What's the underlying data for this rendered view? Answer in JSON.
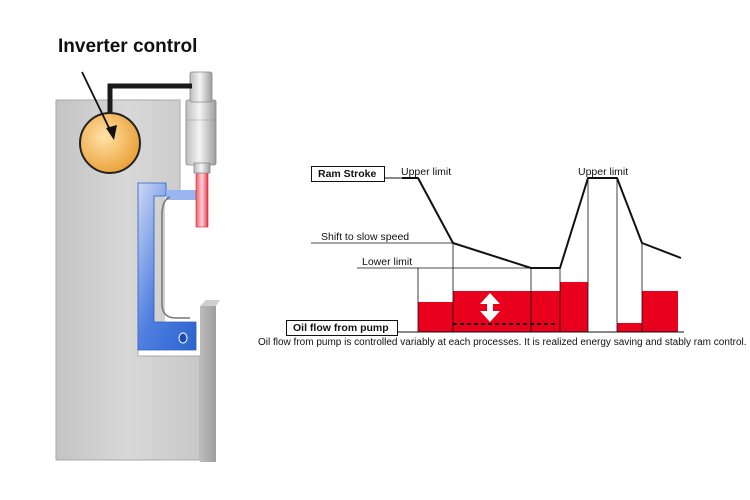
{
  "machine": {
    "title": "Inverter control"
  },
  "chart": {
    "ram_stroke_label": "Ram Stroke",
    "upper_limit_label_1": "Upper limit",
    "upper_limit_label_2": "Upper limit",
    "shift_label": "Shift to slow speed",
    "lower_limit_label": "Lower limit",
    "oil_flow_label": "Oil flow from pump",
    "caption": "Oil flow from pump is controlled variably at each processes. It is realized energy saving and stably ram control."
  },
  "colors": {
    "flow_red": "#e8001c",
    "frame_gray": "#d2d2d2",
    "motor_orange": "#f0b552",
    "hydraulic_blue": "#3a7be0"
  }
}
